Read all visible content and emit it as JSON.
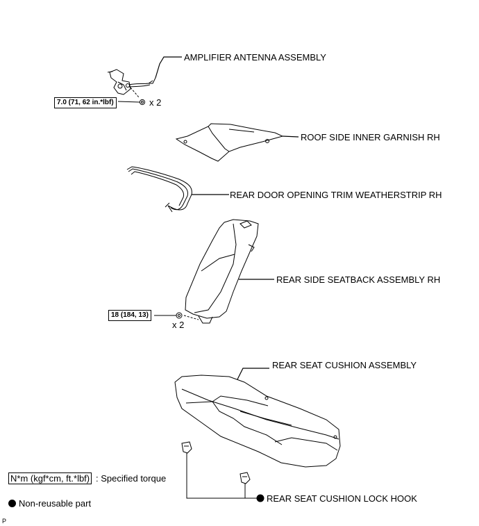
{
  "parts": {
    "amplifier_antenna": "AMPLIFIER ANTENNA ASSEMBLY",
    "roof_side_garnish": "ROOF SIDE INNER GARNISH RH",
    "weatherstrip": "REAR DOOR OPENING TRIM WEATHERSTRIP RH",
    "seatback": "REAR SIDE SEATBACK ASSEMBLY RH",
    "seat_cushion": "REAR SEAT CUSHION ASSEMBLY",
    "lock_hook": "REAR SEAT CUSHION LOCK HOOK"
  },
  "torques": {
    "antenna_bolt": "7.0 (71, 62 in.*lbf)",
    "seatback_bolt": "18 (184, 13)"
  },
  "quantities": {
    "antenna_bolt": "x 2",
    "seatback_bolt": "x 2"
  },
  "legend": {
    "torque_unit": "N*m (kgf*cm, ft.*lbf)",
    "torque_desc": ": Specified torque",
    "non_reusable": "Non-reusable part"
  },
  "corner_mark": "P"
}
